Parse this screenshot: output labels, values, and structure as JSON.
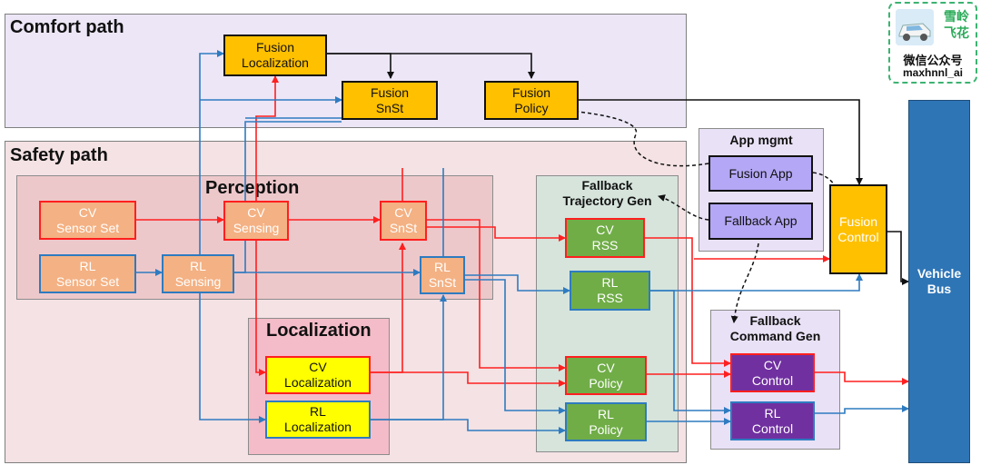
{
  "colors": {
    "comfort_bg": "#ece6f7",
    "safety_bg": "#f4e2e4",
    "red_line": "#ff1f1f",
    "blue_line": "#2e7bc0",
    "black_line": "#111111",
    "fusion_fill": "#ffc000",
    "cv_orange_fill": "#f4b183",
    "loc_yellow_fill": "#ffff00",
    "green_fill": "#70ad47",
    "purple_fill": "#7030a0",
    "lavender_fill": "#b4a7f5",
    "bus_fill": "#2e75b6"
  },
  "regions": {
    "comfort": "Comfort path",
    "safety": "Safety path",
    "perception": "Perception",
    "localization": "Localization",
    "fallback_traj": [
      "Fallback",
      "Trajectory Gen"
    ],
    "app_mgmt": "App mgmt",
    "fallback_cmd": [
      "Fallback",
      "Command Gen"
    ]
  },
  "boxes": {
    "fusion_localization": [
      "Fusion",
      "Localization"
    ],
    "fusion_snst": [
      "Fusion",
      "SnSt"
    ],
    "fusion_policy": [
      "Fusion",
      "Policy"
    ],
    "cv_sensor_set": [
      "CV",
      "Sensor Set"
    ],
    "rl_sensor_set": [
      "RL",
      "Sensor Set"
    ],
    "cv_sensing": [
      "CV",
      "Sensing"
    ],
    "rl_sensing": [
      "RL",
      "Sensing"
    ],
    "cv_snst": [
      "CV",
      "SnSt"
    ],
    "rl_snst": [
      "RL",
      "SnSt"
    ],
    "cv_localization": [
      "CV",
      "Localization"
    ],
    "rl_localization": [
      "RL",
      "Localization"
    ],
    "cv_rss": [
      "CV",
      "RSS"
    ],
    "rl_rss": [
      "RL",
      "RSS"
    ],
    "cv_policy": [
      "CV",
      "Policy"
    ],
    "rl_policy": [
      "RL",
      "Policy"
    ],
    "fusion_app": [
      "Fusion App"
    ],
    "fallback_app": [
      "Fallback App"
    ],
    "fusion_control": [
      "Fusion",
      "Control"
    ],
    "cv_control": [
      "CV",
      "Control"
    ],
    "rl_control": [
      "RL",
      "Control"
    ],
    "vehicle_bus": [
      "Vehicle",
      "Bus"
    ]
  },
  "watermark": {
    "chars": [
      "雪岭",
      "飞花"
    ],
    "line1": "微信公众号",
    "line2": "maxhnnl_ai"
  }
}
